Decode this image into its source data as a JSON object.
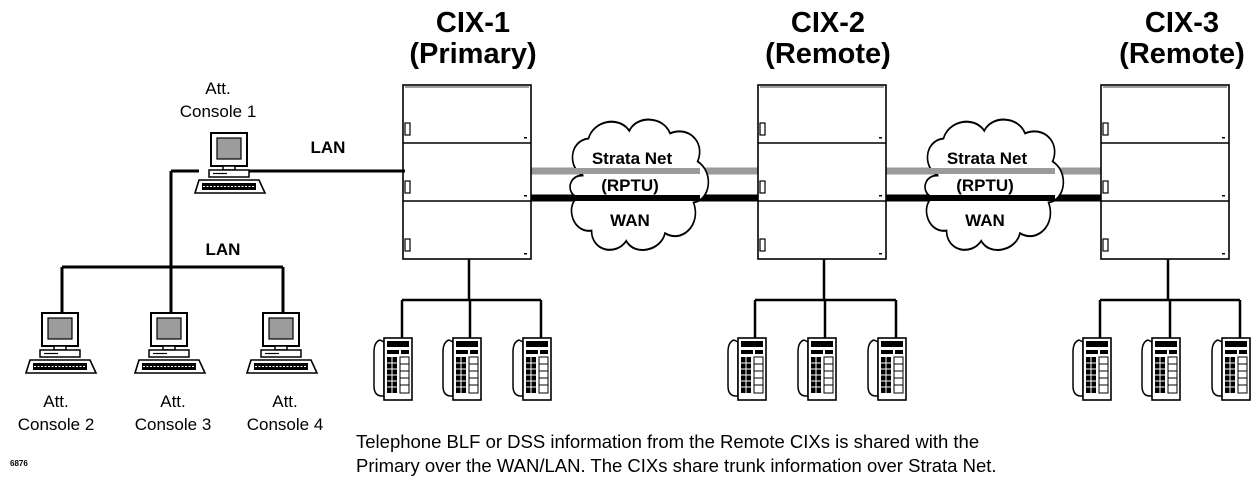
{
  "cix": [
    {
      "name": "CIX-1",
      "role": "(Primary)"
    },
    {
      "name": "CIX-2",
      "role": "(Remote)"
    },
    {
      "name": "CIX-3",
      "role": "(Remote)"
    }
  ],
  "consoles": [
    {
      "line1": "Att.",
      "line2": "Console 1"
    },
    {
      "line1": "Att.",
      "line2": "Console 2"
    },
    {
      "line1": "Att.",
      "line2": "Console 3"
    },
    {
      "line1": "Att.",
      "line2": "Console 4"
    }
  ],
  "links": {
    "lan_upper": "LAN",
    "lan_lower": "LAN"
  },
  "clouds": [
    {
      "line1": "Strata Net",
      "line2": "(RPTU)",
      "line3": "WAN"
    },
    {
      "line1": "Strata Net",
      "line2": "(RPTU)",
      "line3": "WAN"
    }
  ],
  "caption": {
    "line1": "Telephone BLF or DSS information from the Remote CIXs is shared with the",
    "line2": "Primary over the WAN/LAN. The CIXs share trunk information over Strata Net."
  },
  "figure_id": "6876",
  "colors": {
    "strata_net_line": "#9a9a9a",
    "wan_line": "#000000",
    "screen": "#9c9c9c"
  }
}
